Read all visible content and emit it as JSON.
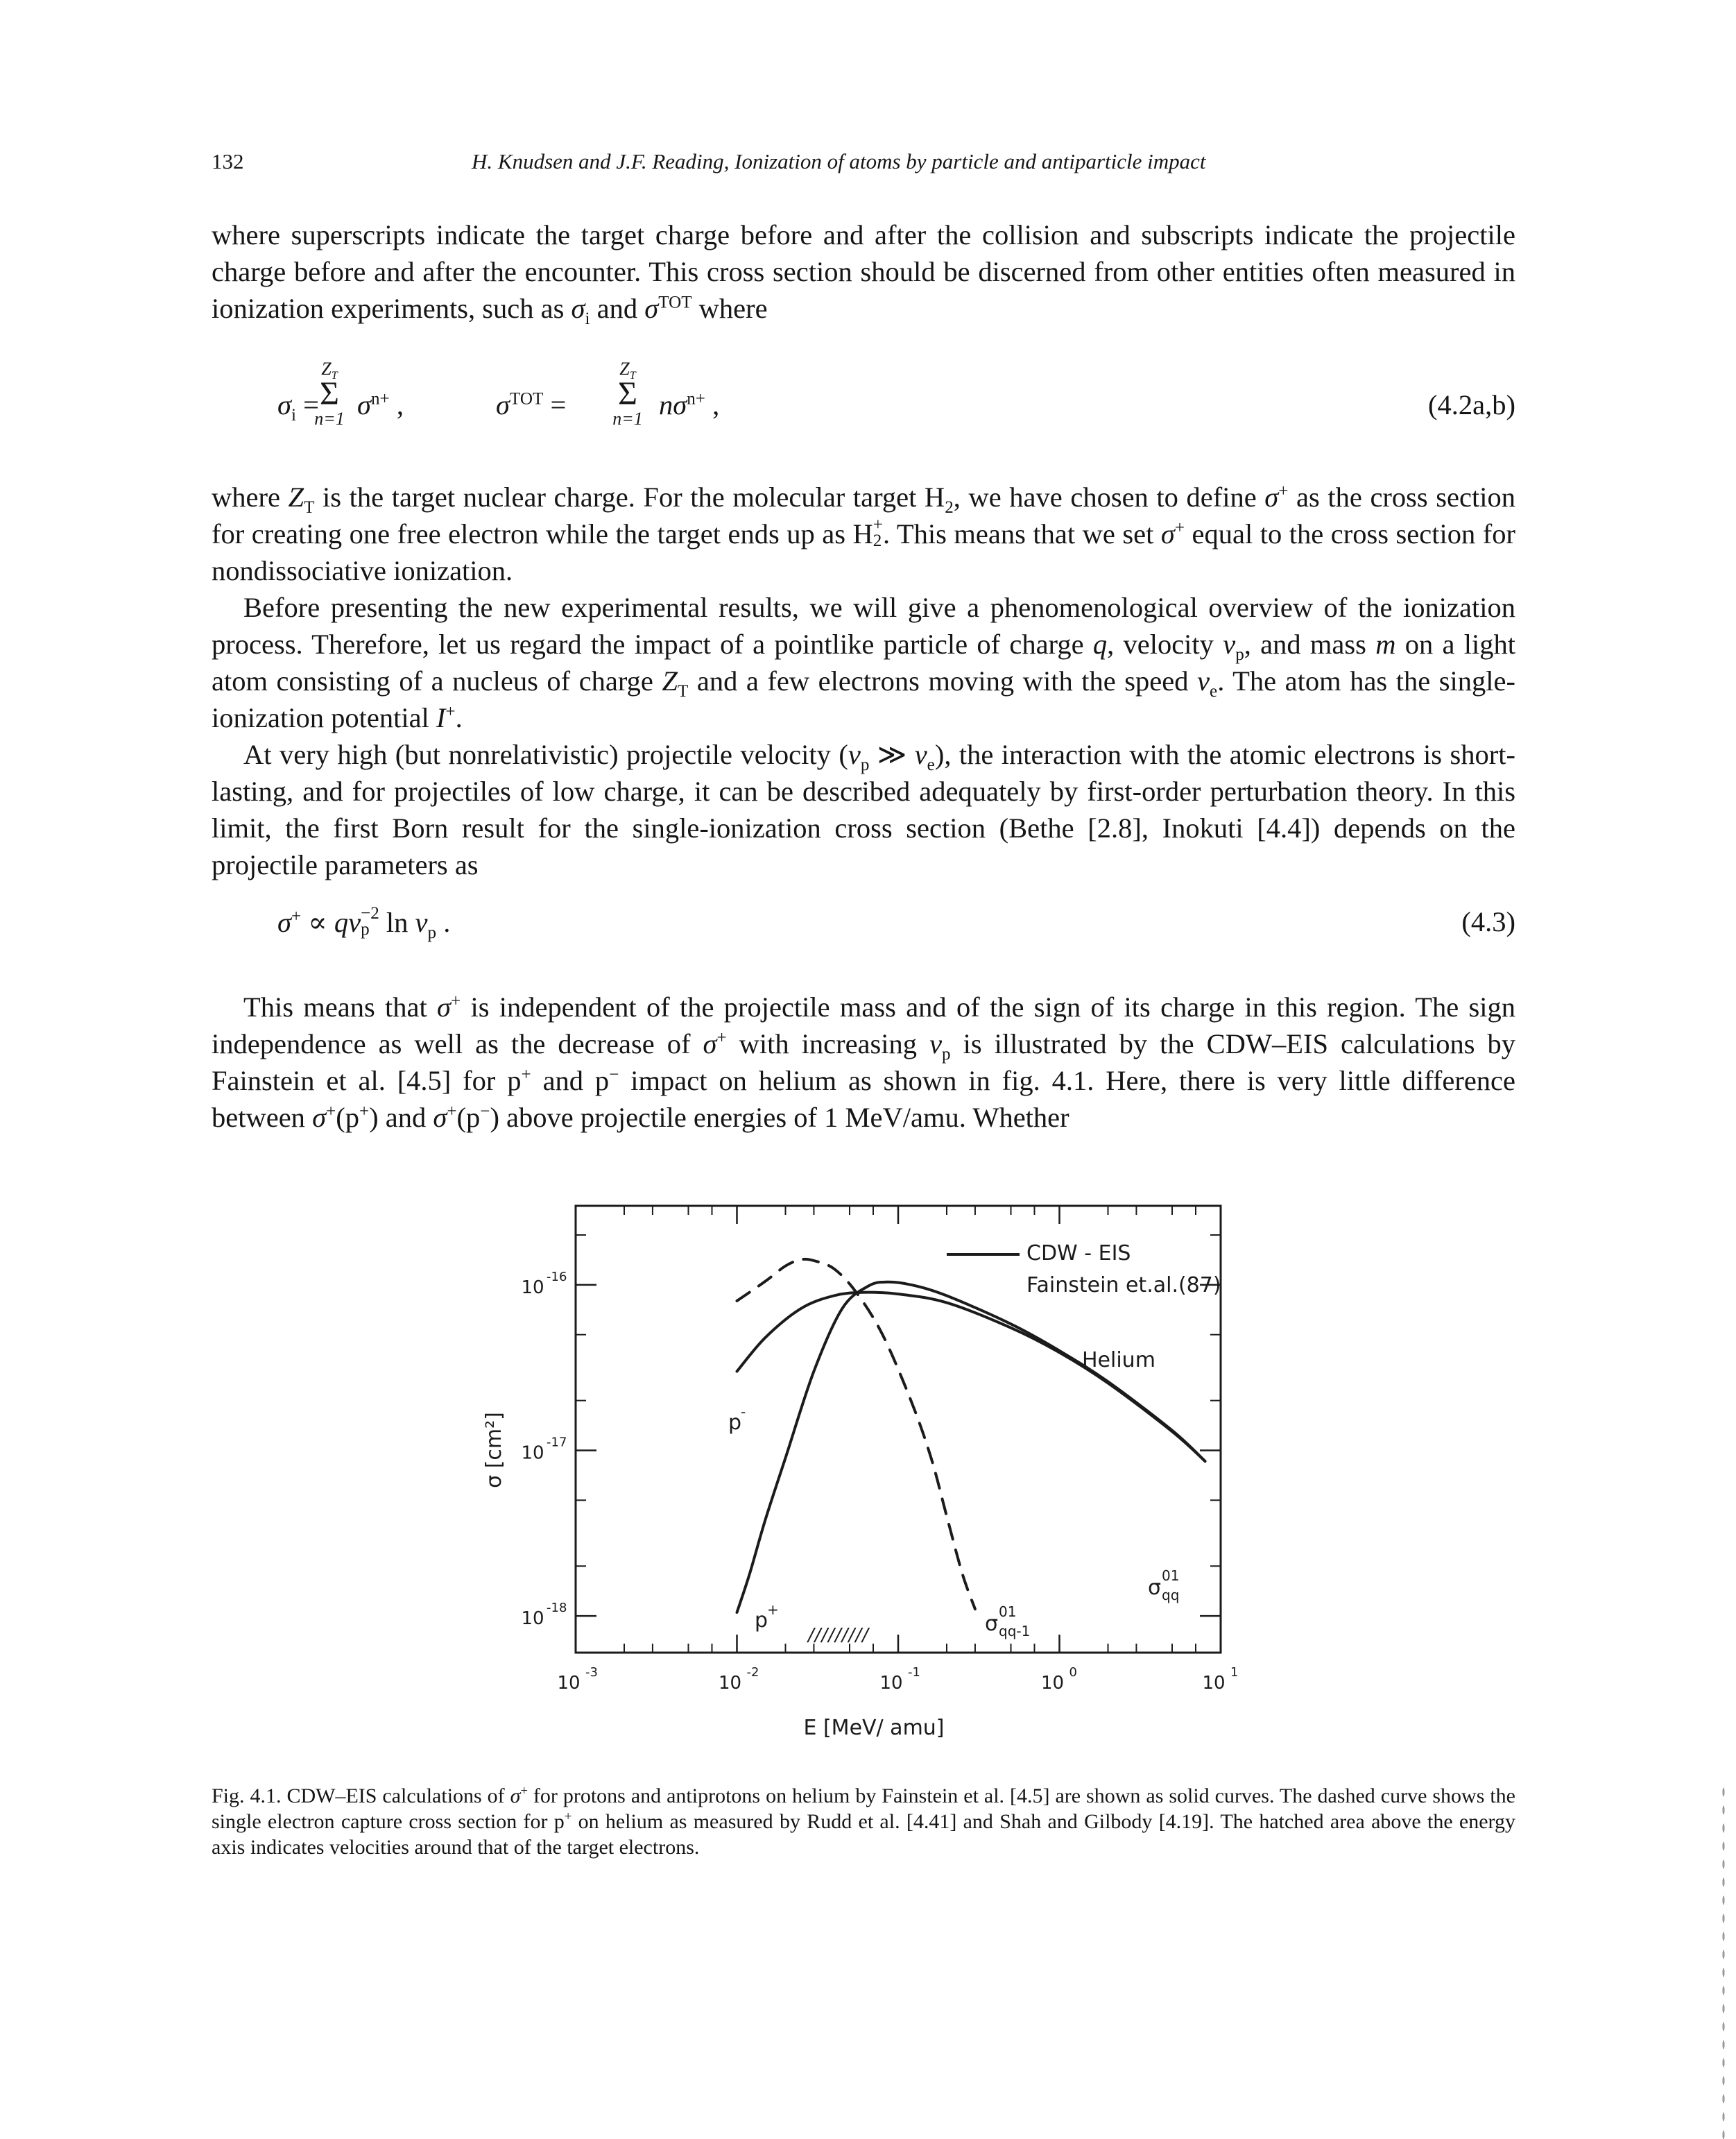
{
  "header": {
    "page_number": "132",
    "running_head": "H. Knudsen and J.F. Reading, Ionization of atoms by particle and antiparticle impact"
  },
  "text": {
    "p1": [
      "where superscripts indicate the target charge before and after the collision and subscripts indicate the projectile charge before and after the encounter. This cross section should be discerned from other entities often measured in ionization experiments, such as ",
      "σ",
      "i",
      " and ",
      "σ",
      "TOT",
      " where"
    ],
    "eq1": {
      "lhs1": "σ",
      "lhs1_sub": "i",
      "eq": "=",
      "sum": "Σ",
      "upper": "Z",
      "upper_sub": "T",
      "lower": "n=1",
      "term1": "σ",
      "term1_sup": "n+",
      "comma": ",",
      "lhs2": "σ",
      "lhs2_sup": "TOT",
      "term2_n": "nσ",
      "term2_sup": "n+",
      "number": "(4.2a,b)"
    },
    "p2a": [
      "where ",
      "Z",
      "T",
      " is the target nuclear charge. For the molecular target H",
      "2",
      ", we have chosen to define ",
      "σ",
      "+",
      " as the cross section for creating one free electron while the target ends up as H",
      "+",
      "2",
      ". This means that we set ",
      "σ",
      "+",
      " equal to the cross section for nondissociative ionization."
    ],
    "p2b": [
      "Before presenting the new experimental results, we will give a phenomenological overview of the ionization process. Therefore, let us regard the impact of a pointlike particle of charge ",
      "q",
      ", velocity ",
      "v",
      "p",
      ", and mass ",
      "m",
      " on a light atom consisting of a nucleus of charge ",
      "Z",
      "T",
      " and a few electrons moving with the speed ",
      "v",
      "e",
      ". The atom has the single-ionization potential ",
      "I",
      "+",
      "."
    ],
    "p2c": [
      "At very high (but nonrelativistic) projectile velocity (",
      "v",
      "p",
      " ≫ ",
      "v",
      "e",
      "), the interaction with the atomic electrons is short-lasting, and for projectiles of low charge, it can be described adequately by first-order perturbation theory. In this limit, the first Born result for the single-ionization cross section (Bethe [2.8], Inokuti [4.4]) depends on the projectile parameters as"
    ],
    "eq2": {
      "sigma": "σ",
      "sup": "+",
      "prop": " ∝ ",
      "q": "qv",
      "sub": "p",
      "exp": "−2",
      "ln": " ln ",
      "v": "v",
      "vsub": "p",
      "dot": " .",
      "number": "(4.3)"
    },
    "p3": [
      "This means that ",
      "σ",
      "+",
      " is independent of the projectile mass and of the sign of its charge in this region. The sign independence as well as the decrease of ",
      "σ",
      "+",
      " with increasing ",
      "v",
      "p",
      " is illustrated by the CDW–EIS calculations by Fainstein et al. [4.5] for p",
      "+",
      " and p",
      "−",
      " impact on helium as shown in fig. 4.1. Here, there is very little difference between ",
      "σ",
      "+",
      "(p",
      "+",
      ") and ",
      "σ",
      "+",
      "(p",
      "−",
      ") above projectile energies of 1 MeV/amu. Whether"
    ],
    "caption": [
      "Fig. 4.1. CDW–EIS calculations of ",
      "σ",
      "+",
      " for protons and antiprotons on helium by Fainstein et al. [4.5] are shown as solid curves. The dashed curve shows the single electron capture cross section for p",
      "+",
      " on helium as measured by Rudd et al. [4.41] and Shah and Gilbody [4.19]. The hatched area above the energy axis indicates velocities around that of the target electrons."
    ]
  },
  "figure": {
    "legend_line1": "CDW - EIS",
    "legend_line2": "Fainstein et.al.(87)",
    "target_label": "Helium",
    "label_pminus": "p",
    "label_pminus_sup": "-",
    "label_pplus": "p",
    "label_pplus_sup": "+",
    "sigma_capture": "σ",
    "sigma_capture_sup": "01",
    "sigma_capture_sub": "qq-1",
    "sigma_qq": "σ",
    "sigma_qq_sup": "01",
    "sigma_qq_sub": "qq",
    "hatch": "/////////",
    "ylabel": "σ [cm²]",
    "xlabel": "E [MeV/ amu]",
    "xtick_labels": [
      {
        "base": "10",
        "exp": "-3"
      },
      {
        "base": "10",
        "exp": "-2"
      },
      {
        "base": "10",
        "exp": "-1"
      },
      {
        "base": "10",
        "exp": "0"
      },
      {
        "base": "10",
        "exp": "1"
      }
    ],
    "ytick_labels": [
      {
        "base": "10",
        "exp": "-16"
      },
      {
        "base": "10",
        "exp": "-17"
      },
      {
        "base": "10",
        "exp": "-18"
      }
    ]
  },
  "chart_data": {
    "type": "line",
    "xlabel": "E [MeV/ amu]",
    "ylabel": "σ [cm²]",
    "xscale": "log",
    "yscale": "log",
    "xlim": [
      0.001,
      10
    ],
    "ylim": [
      6e-19,
      3e-16
    ],
    "x_ticks": [
      0.001,
      0.01,
      0.1,
      1,
      10
    ],
    "y_ticks": [
      1e-16,
      1e-17,
      1e-18
    ],
    "grid": false,
    "legend": "top-right",
    "series": [
      {
        "name": "p-",
        "style": "solid",
        "points": [
          [
            0.01,
            3e-17
          ],
          [
            0.015,
            4.8e-17
          ],
          [
            0.025,
            7.2e-17
          ],
          [
            0.04,
            8.6e-17
          ],
          [
            0.06,
            9e-17
          ],
          [
            0.1,
            8.8e-17
          ],
          [
            0.2,
            7.8e-17
          ],
          [
            0.5,
            5.5e-17
          ],
          [
            1,
            3.9e-17
          ],
          [
            2,
            2.55e-17
          ],
          [
            5,
            1.3e-17
          ],
          [
            8,
            8.6e-18
          ]
        ]
      },
      {
        "name": "p+",
        "style": "solid",
        "points": [
          [
            0.01,
            1.05e-18
          ],
          [
            0.012,
            1.8e-18
          ],
          [
            0.015,
            3.8e-18
          ],
          [
            0.02,
            9e-18
          ],
          [
            0.03,
            3e-17
          ],
          [
            0.045,
            7.2e-17
          ],
          [
            0.065,
            9.8e-17
          ],
          [
            0.085,
            1.04e-16
          ],
          [
            0.12,
            1e-16
          ],
          [
            0.2,
            8.6e-17
          ],
          [
            0.5,
            5.8e-17
          ],
          [
            1,
            4e-17
          ],
          [
            2,
            2.6e-17
          ],
          [
            5,
            1.32e-17
          ],
          [
            8,
            8.6e-18
          ]
        ]
      },
      {
        "name": "σ01 qq-1",
        "style": "dashed",
        "points": [
          [
            0.01,
            8e-17
          ],
          [
            0.015,
            1.05e-16
          ],
          [
            0.02,
            1.3e-16
          ],
          [
            0.025,
            1.42e-16
          ],
          [
            0.03,
            1.4e-16
          ],
          [
            0.04,
            1.25e-16
          ],
          [
            0.055,
            9e-17
          ],
          [
            0.08,
            5e-17
          ],
          [
            0.12,
            2e-17
          ],
          [
            0.16,
            9e-18
          ],
          [
            0.2,
            4e-18
          ],
          [
            0.25,
            1.8e-18
          ],
          [
            0.3,
            1.1e-18
          ]
        ]
      }
    ]
  }
}
